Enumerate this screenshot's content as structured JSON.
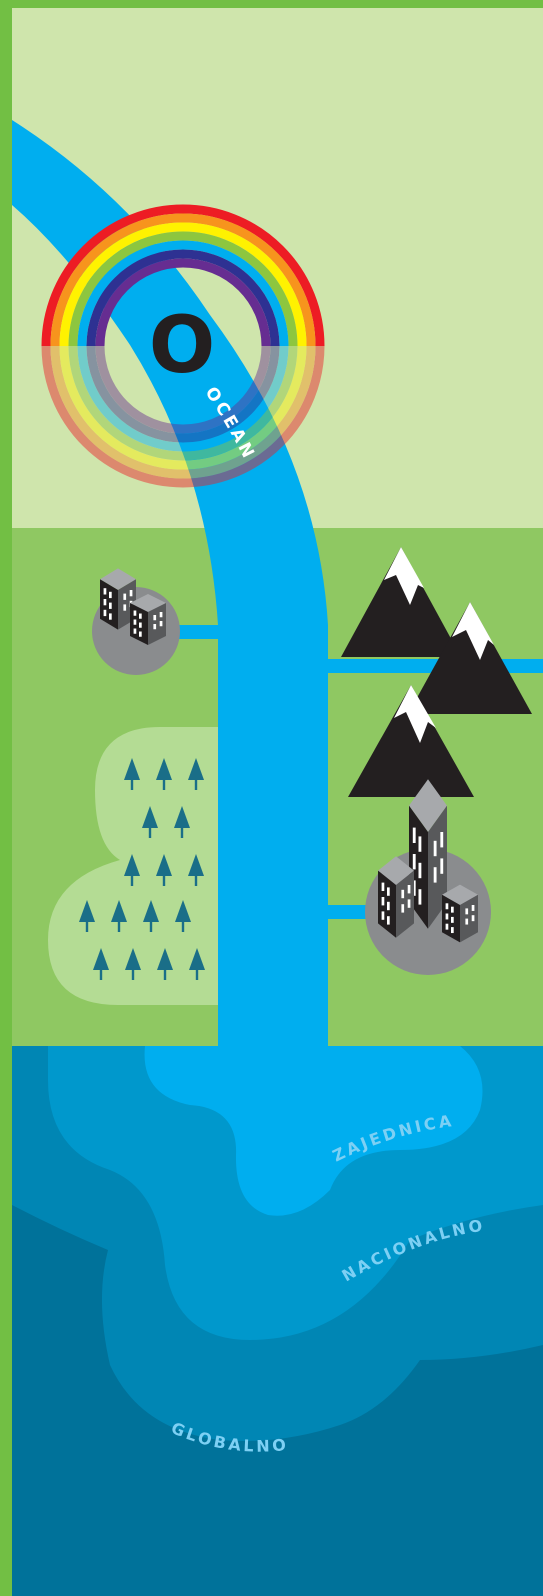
{
  "labels": {
    "ocean_letter": "O",
    "ocean": "OCEAN",
    "community": "ZAJEDNICA",
    "national": "NACIONALNO",
    "global": "GLOBALNO"
  },
  "colors": {
    "frame_green": "#72bf44",
    "sky": "#cfe5ac",
    "land": "#8fc862",
    "forest_patch": "#b4dc94",
    "river": "#00aeef",
    "sea_community": "#0098cc",
    "sea_national": "#0086b4",
    "sea_global": "#00729a",
    "label_light": "#7dd0f4",
    "tree": "#1a6e88",
    "mountain": "#231f20",
    "snow": "#ffffff",
    "city_disc": "#8a8c8e",
    "building_dark": "#231f20",
    "building_roof": "#a7a9ac"
  },
  "icons": {
    "rainbow": "rainbow-icon",
    "city_small": "city-icon",
    "city_large": "city-icon",
    "mountains": "mountain-icon",
    "forest": "tree-icon"
  }
}
